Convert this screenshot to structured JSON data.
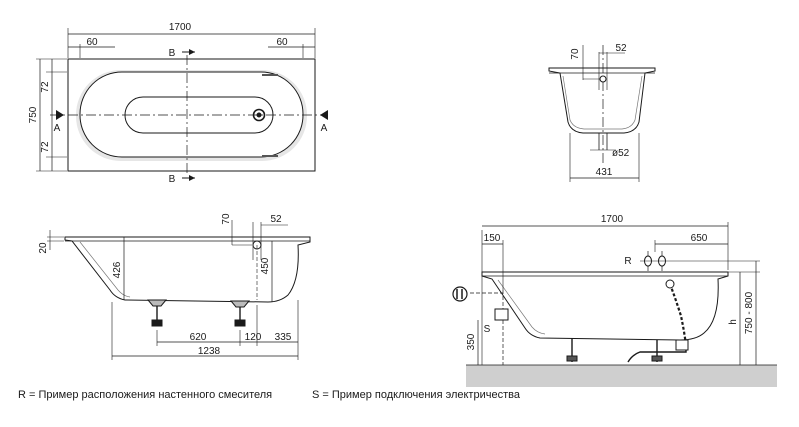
{
  "top_view": {
    "length": "1700",
    "width": "750",
    "rim_left": "60",
    "rim_right": "60",
    "rim_top": "72",
    "rim_bottom": "72",
    "section_a": "A",
    "section_b": "B"
  },
  "end_section": {
    "drain_offset": "70",
    "drain_spacing": "52",
    "drain_diameter": "ø52",
    "base_width": "431"
  },
  "side_view": {
    "rim_height": "20",
    "depth": "426",
    "overflow_offset": "70",
    "overflow_spacing": "52",
    "overflow_height": "450",
    "feet_spacing": "620",
    "foot_offset": "120",
    "drain_to_end": "335",
    "feet_span": "1238"
  },
  "install_view": {
    "length": "1700",
    "left_offset": "150",
    "mixer_offset": "650",
    "r_label": "R",
    "s_label": "S",
    "socket_height": "350",
    "height_label": "h",
    "height_range": "750 - 800"
  },
  "legend": {
    "r_note": "R = Пример расположения настенного смесителя",
    "s_note": "S = Пример подключения электричества"
  }
}
